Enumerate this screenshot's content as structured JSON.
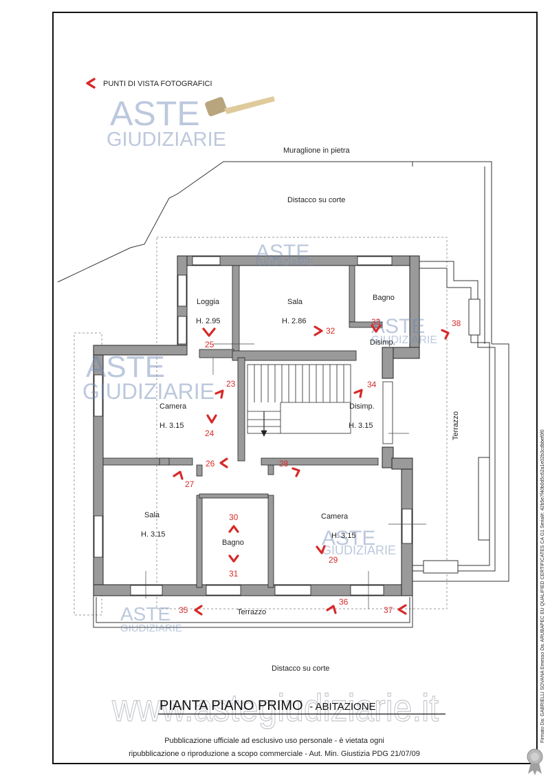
{
  "legend": {
    "label": "PUNTI DI VISTA FOTOGRAFICI",
    "arrow_color": "#d62a2a"
  },
  "watermark": {
    "brand_top": "ASTE",
    "brand_bottom": "GIUDIZIARIE",
    "url": "www.astegiudiziarie.it",
    "color": "#6d86b4"
  },
  "outside": {
    "wall_label": "Muraglione in pietra",
    "court_top": "Distacco su corte",
    "court_bottom": "Distacco su corte"
  },
  "rooms": {
    "loggia": {
      "name": "Loggia",
      "height": "H. 2.95"
    },
    "sala_top": {
      "name": "Sala",
      "height": "H. 2.86"
    },
    "bagno_top": {
      "name": "Bagno"
    },
    "disimp_small": {
      "name": "Disimp."
    },
    "camera_left": {
      "name": "Camera",
      "height": "H. 3.15"
    },
    "disimp_right": {
      "name": "Disimp.",
      "height": "H. 3.15"
    },
    "sala_bottom": {
      "name": "Sala",
      "height": "H. 3.15"
    },
    "bagno_bottom": {
      "name": "Bagno"
    },
    "camera_right": {
      "name": "Camera",
      "height": "H. 3.15"
    },
    "terrazzo_right": {
      "name": "Terrazzo"
    },
    "terrazzo_bottom": {
      "name": "Terrazzo"
    }
  },
  "viewpoints": [
    "23",
    "24",
    "25",
    "26",
    "27",
    "28",
    "29",
    "30",
    "31",
    "32",
    "33",
    "34",
    "35",
    "36",
    "37",
    "38"
  ],
  "title": {
    "main": "PIANTA PIANO PRIMO",
    "sub": "- ABITAZIONE"
  },
  "footer": {
    "line1": "Pubblicazione ufficiale ad esclusivo uso personale - è vietata ogni",
    "line2": "ripubblicazione o riproduzione a scopo commerciale - Aut. Min. Giustizia PDG 21/07/09"
  },
  "side_note": "Firmato Da: GABRIELLI SOVANA Emesso Da: ARUBAPEC EU QUALIFIED CERTIFICATES CA G1 Serial#: 42b5e7f40b0d5c62a1e02b3cdbbef0f0"
}
